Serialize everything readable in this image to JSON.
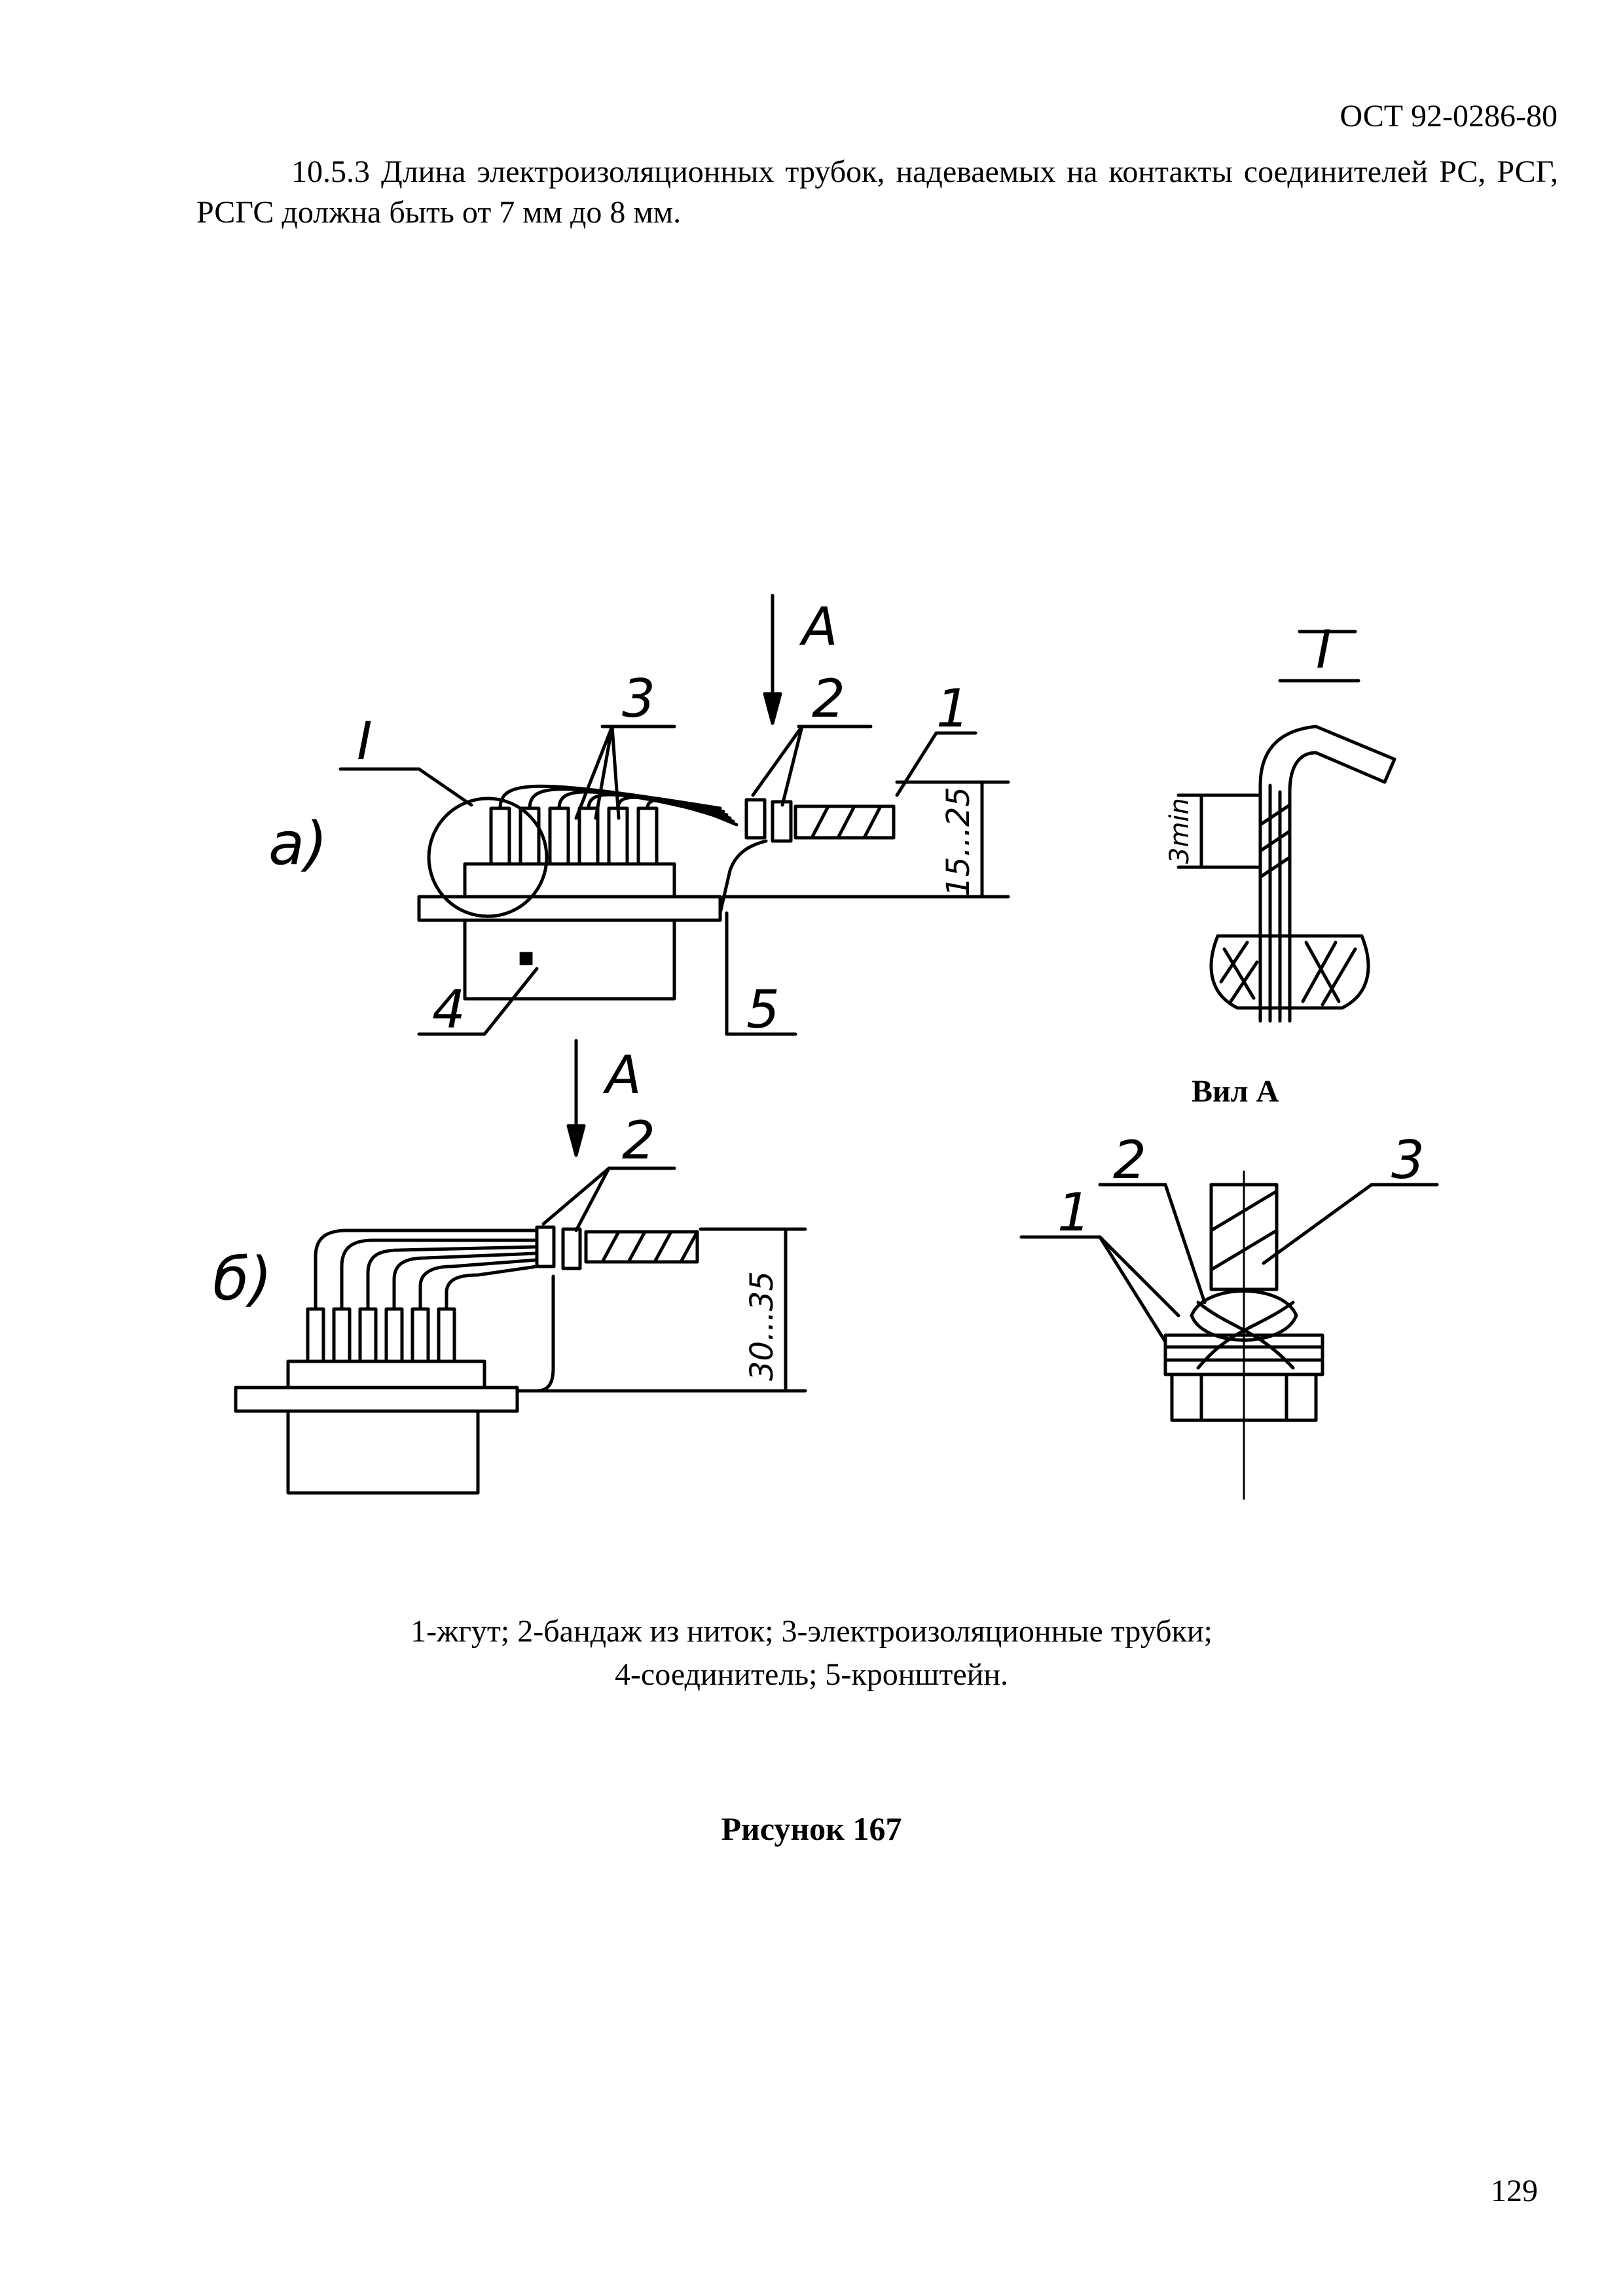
{
  "header": {
    "doc_code": "ОСТ 92-0286-80"
  },
  "paragraph": {
    "text": "10.5.3 Длина электроизоляционных трубок, надеваемых на контакты соединителей РС, РСГ, РСГС  должна быть от 7 мм до 8 мм."
  },
  "figure": {
    "view_a_title": "Вил А",
    "labels": {
      "view_arrow": "А",
      "part_a": "а)",
      "part_b": "б)",
      "detail_ref": "I",
      "n1": "1",
      "n2": "2",
      "n3": "3",
      "n4": "4",
      "n5": "5",
      "dim_a": "15...25",
      "dim_b": "30...35",
      "dim_min": "3min"
    },
    "legend_line1": "1-жгут; 2-бандаж из ниток; 3-электроизоляционные трубки;",
    "legend_line2": "4-соединитель; 5-кронштейн.",
    "caption": "Рисунок  167"
  },
  "footer": {
    "page_number": "129"
  }
}
